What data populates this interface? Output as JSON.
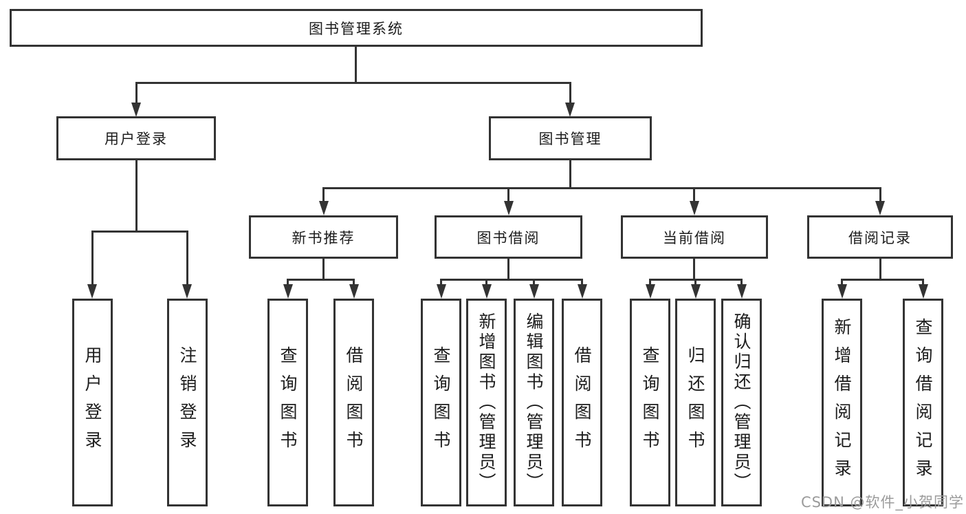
{
  "diagram": {
    "title": "图书管理系统",
    "root": {
      "label": "图书管理系统"
    },
    "branches": [
      {
        "label": "用户登录",
        "children": [
          {
            "label": "用户登录"
          },
          {
            "label": "注销登录"
          }
        ]
      },
      {
        "label": "图书管理",
        "children": [
          {
            "label": "新书推荐",
            "children": [
              {
                "label": "查询图书"
              },
              {
                "label": "借阅图书"
              }
            ]
          },
          {
            "label": "图书借阅",
            "children": [
              {
                "label": "查询图书"
              },
              {
                "label": "新增图书（管理员）"
              },
              {
                "label": "编辑图书（管理员）"
              },
              {
                "label": "借阅图书"
              }
            ]
          },
          {
            "label": "当前借阅",
            "children": [
              {
                "label": "查询图书"
              },
              {
                "label": "归还图书"
              },
              {
                "label": "确认归还（管理员）"
              }
            ]
          },
          {
            "label": "借阅记录",
            "children": [
              {
                "label": "新增借阅记录"
              },
              {
                "label": "查询借阅记录"
              }
            ]
          }
        ]
      }
    ]
  },
  "watermark": {
    "text": "CSDN @软件_小贺同学",
    "color": "#9b9b9b"
  },
  "colors": {
    "line": "#333333",
    "border": "#333333",
    "text": "#1c1c1c",
    "background": "#ffffff"
  }
}
